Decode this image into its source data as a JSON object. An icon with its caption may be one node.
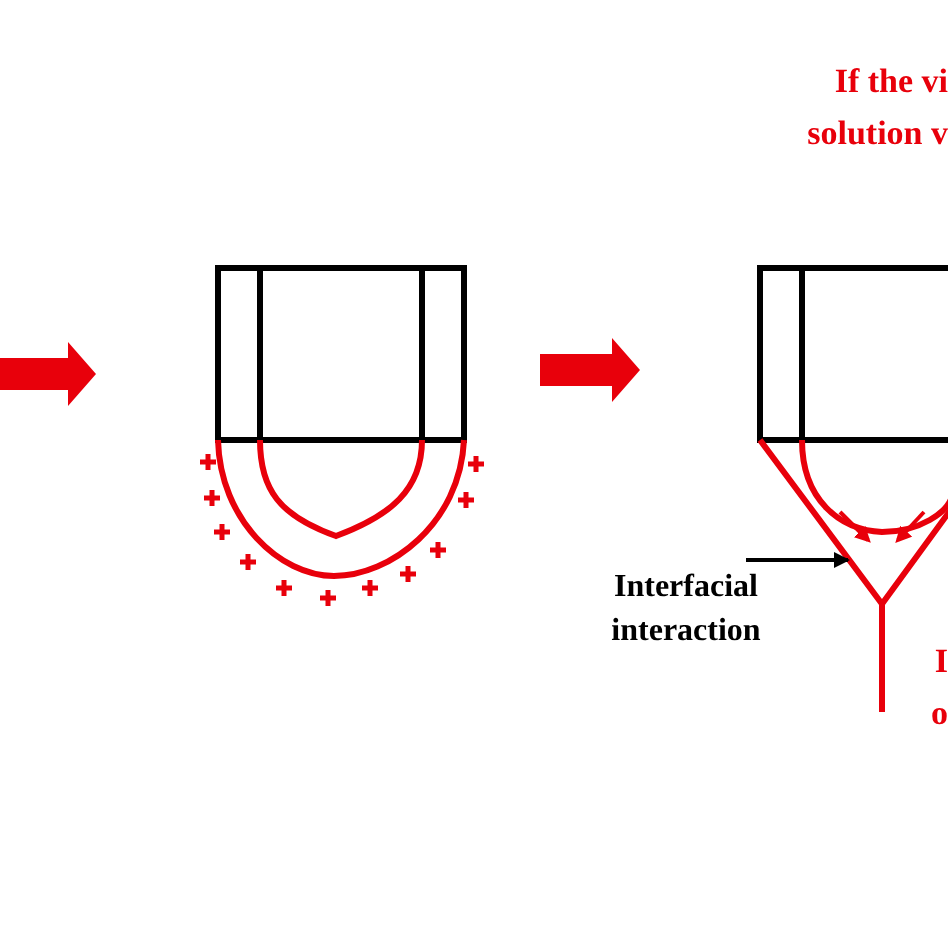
{
  "diagram": {
    "nodes": [
      {
        "text": [
          "Interfacial interaction"
        ]
      },
      {
        "text": [],
        "shape": "cone"
      }
    ],
    "edges": [
      {
        "from": 0,
        "to": 1,
        "arrow": "to"
      }
    ],
    "labels": [
      "If the vi solution v",
      "I o"
    ]
  }
}
